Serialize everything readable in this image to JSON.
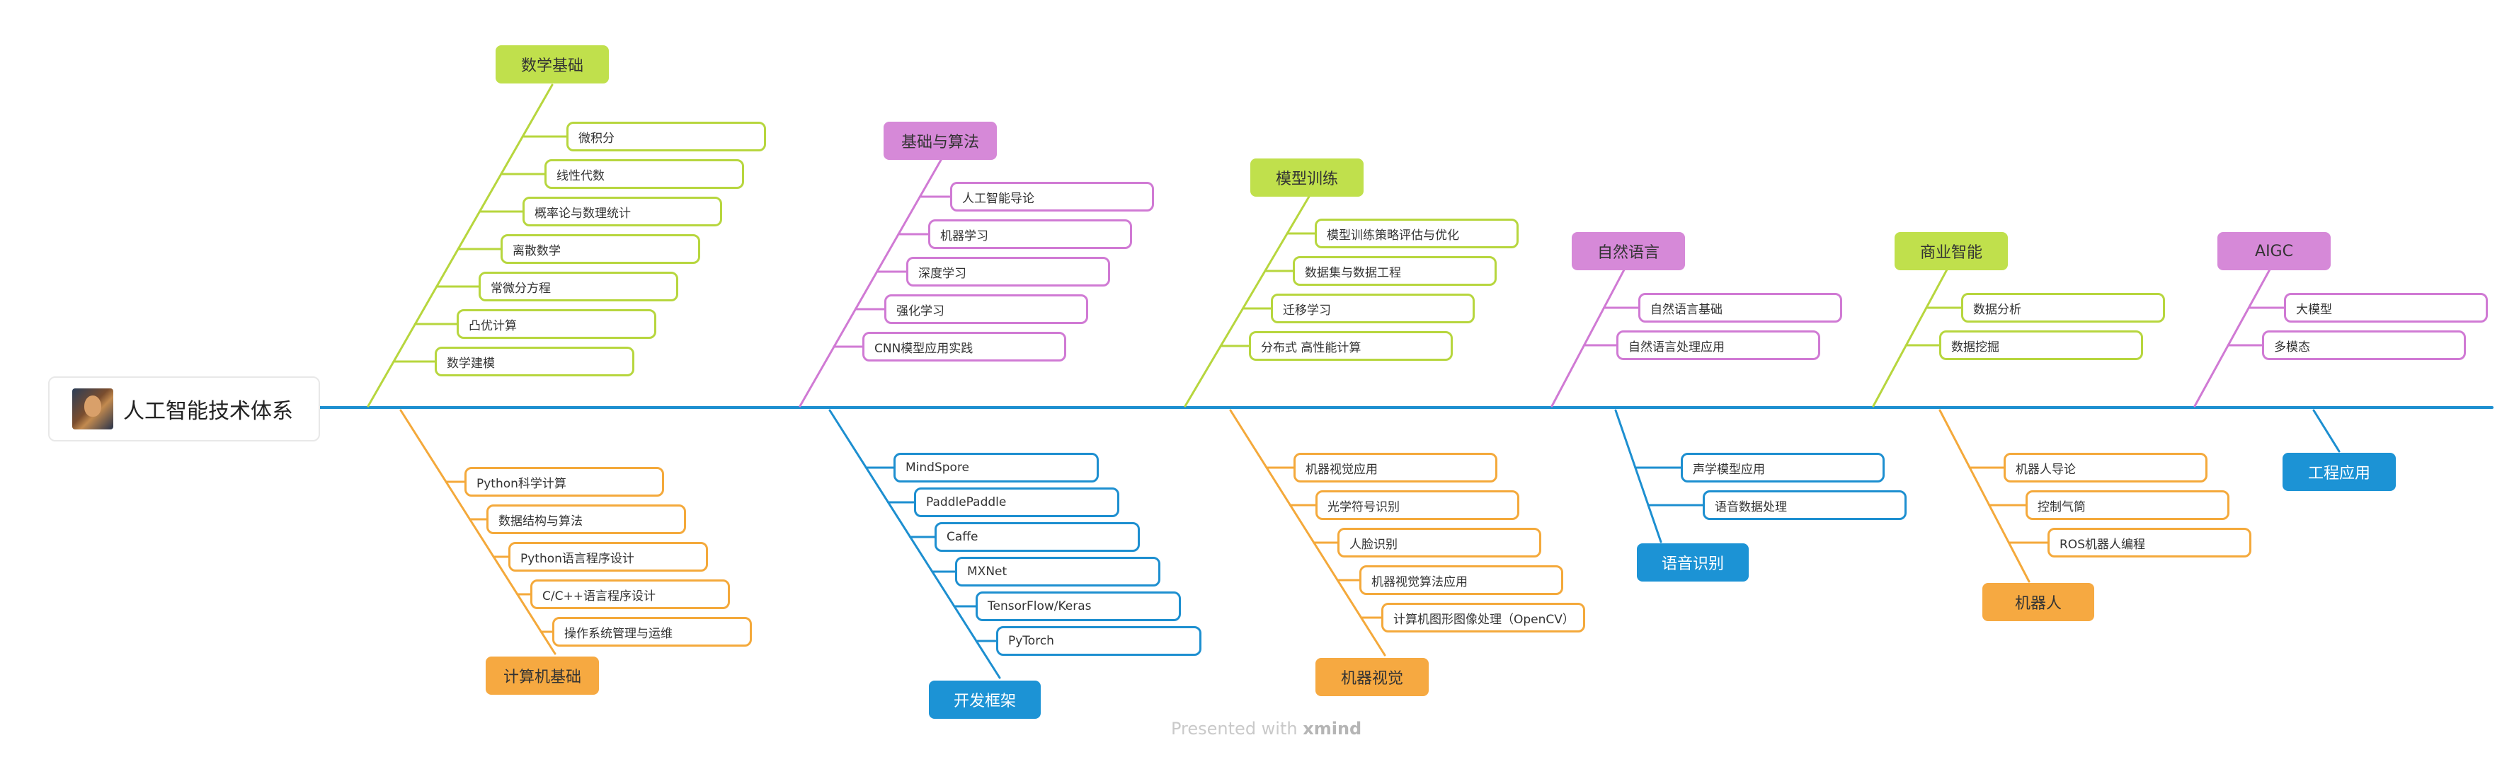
{
  "colors": {
    "spine": "#1d8fd0",
    "green": "#b7d63e",
    "green_fill": "#c0e04c",
    "purple": "#d07ad4",
    "purple_fill": "#d689d8",
    "orange": "#f4a93b",
    "orange_fill": "#f6a941",
    "blue": "#1d8fd0",
    "blue_fill": "#1c93d5"
  },
  "root": {
    "title": "人工智能技术体系",
    "icon": "avatar-image"
  },
  "branches": [
    {
      "title": "数学基础",
      "color": "green",
      "children": [
        "微积分",
        "线性代数",
        "概率论与数理统计",
        "离散数学",
        "常微分方程",
        "凸优计算",
        "数学建模"
      ]
    },
    {
      "title": "计算机基础",
      "color": "orange",
      "children": [
        "Python科学计算",
        "数据结构与算法",
        "Python语言程序设计",
        "C/C++语言程序设计",
        "操作系统管理与运维"
      ]
    },
    {
      "title": "基础与算法",
      "color": "purple",
      "children": [
        "人工智能导论",
        "机器学习",
        "深度学习",
        "强化学习",
        "CNN模型应用实践"
      ]
    },
    {
      "title": "开发框架",
      "color": "blue",
      "children": [
        "MindSpore",
        "PaddlePaddle",
        "Caffe",
        "MXNet",
        "TensorFlow/Keras",
        "PyTorch"
      ]
    },
    {
      "title": "模型训练",
      "color": "green",
      "children": [
        "模型训练策略评估与优化",
        "数据集与数据工程",
        "迁移学习",
        "分布式 高性能计算"
      ]
    },
    {
      "title": "机器视觉",
      "color": "orange",
      "children": [
        "机器视觉应用",
        "光学符号识别",
        "人脸识别",
        "机器视觉算法应用",
        "计算机图形图像处理（OpenCV）"
      ]
    },
    {
      "title": "自然语言",
      "color": "purple",
      "children": [
        "自然语言基础",
        "自然语言处理应用"
      ]
    },
    {
      "title": "语音识别",
      "color": "blue",
      "children": [
        "声学模型应用",
        "语音数据处理"
      ]
    },
    {
      "title": "商业智能",
      "color": "green",
      "children": [
        "数据分析",
        "数据挖掘"
      ]
    },
    {
      "title": "机器人",
      "color": "orange",
      "children": [
        "机器人导论",
        "控制气筒",
        "ROS机器人编程"
      ]
    },
    {
      "title": "AIGC",
      "color": "purple",
      "children": [
        "大模型",
        "多模态"
      ]
    },
    {
      "title": "工程应用",
      "color": "blue",
      "children": []
    }
  ],
  "footer": {
    "prefix": "Presented with",
    "brand": "xmind"
  }
}
